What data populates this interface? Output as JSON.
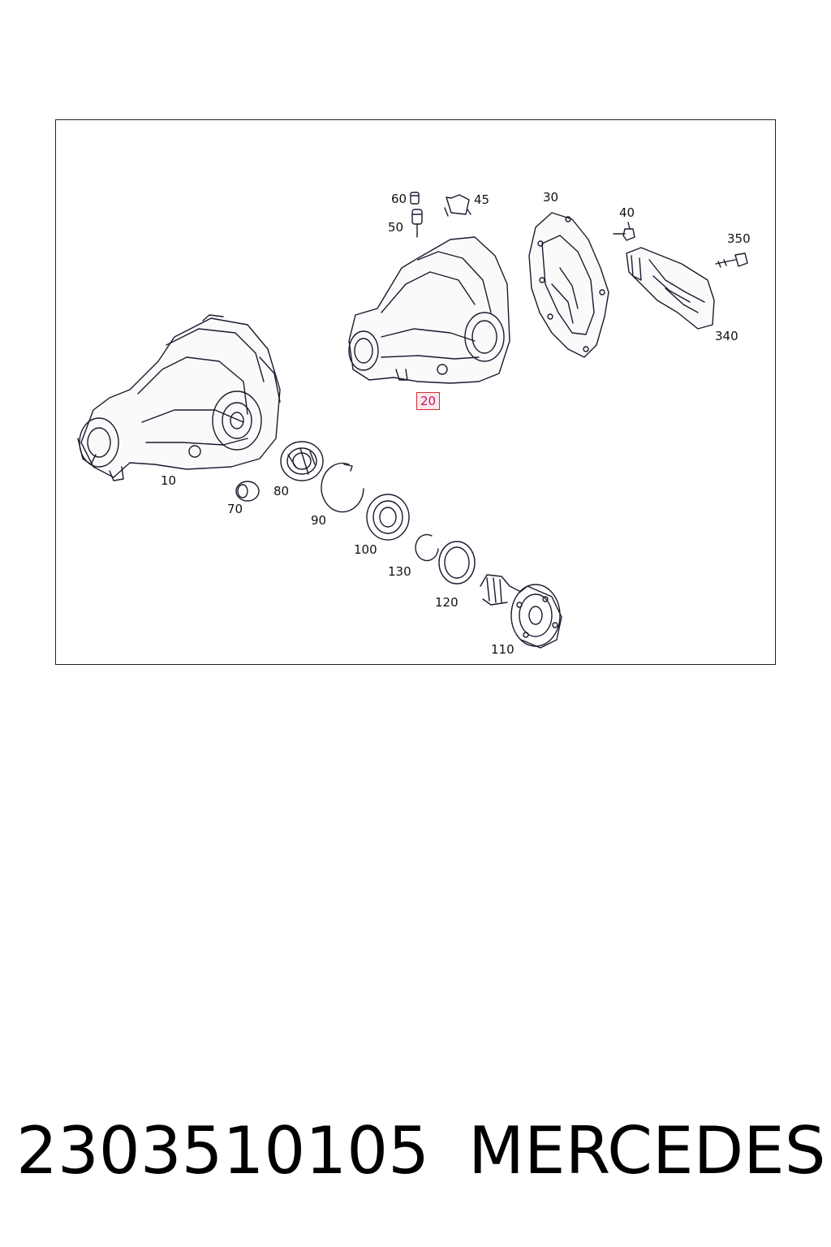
{
  "diagram": {
    "callouts": {
      "c10": "10",
      "c20": "20",
      "c30": "30",
      "c40": "40",
      "c45": "45",
      "c50": "50",
      "c60": "60",
      "c70": "70",
      "c80": "80",
      "c90": "90",
      "c100": "100",
      "c110": "110",
      "c120": "120",
      "c130": "130",
      "c340": "340",
      "c350": "350"
    },
    "highlighted": "20",
    "colors": {
      "highlight_border": "#d32f2f",
      "highlight_fill": "#fde7ef",
      "line": "#1a1a2e"
    }
  },
  "caption": {
    "part_number": "2303510105",
    "brand": "MERCEDES"
  }
}
